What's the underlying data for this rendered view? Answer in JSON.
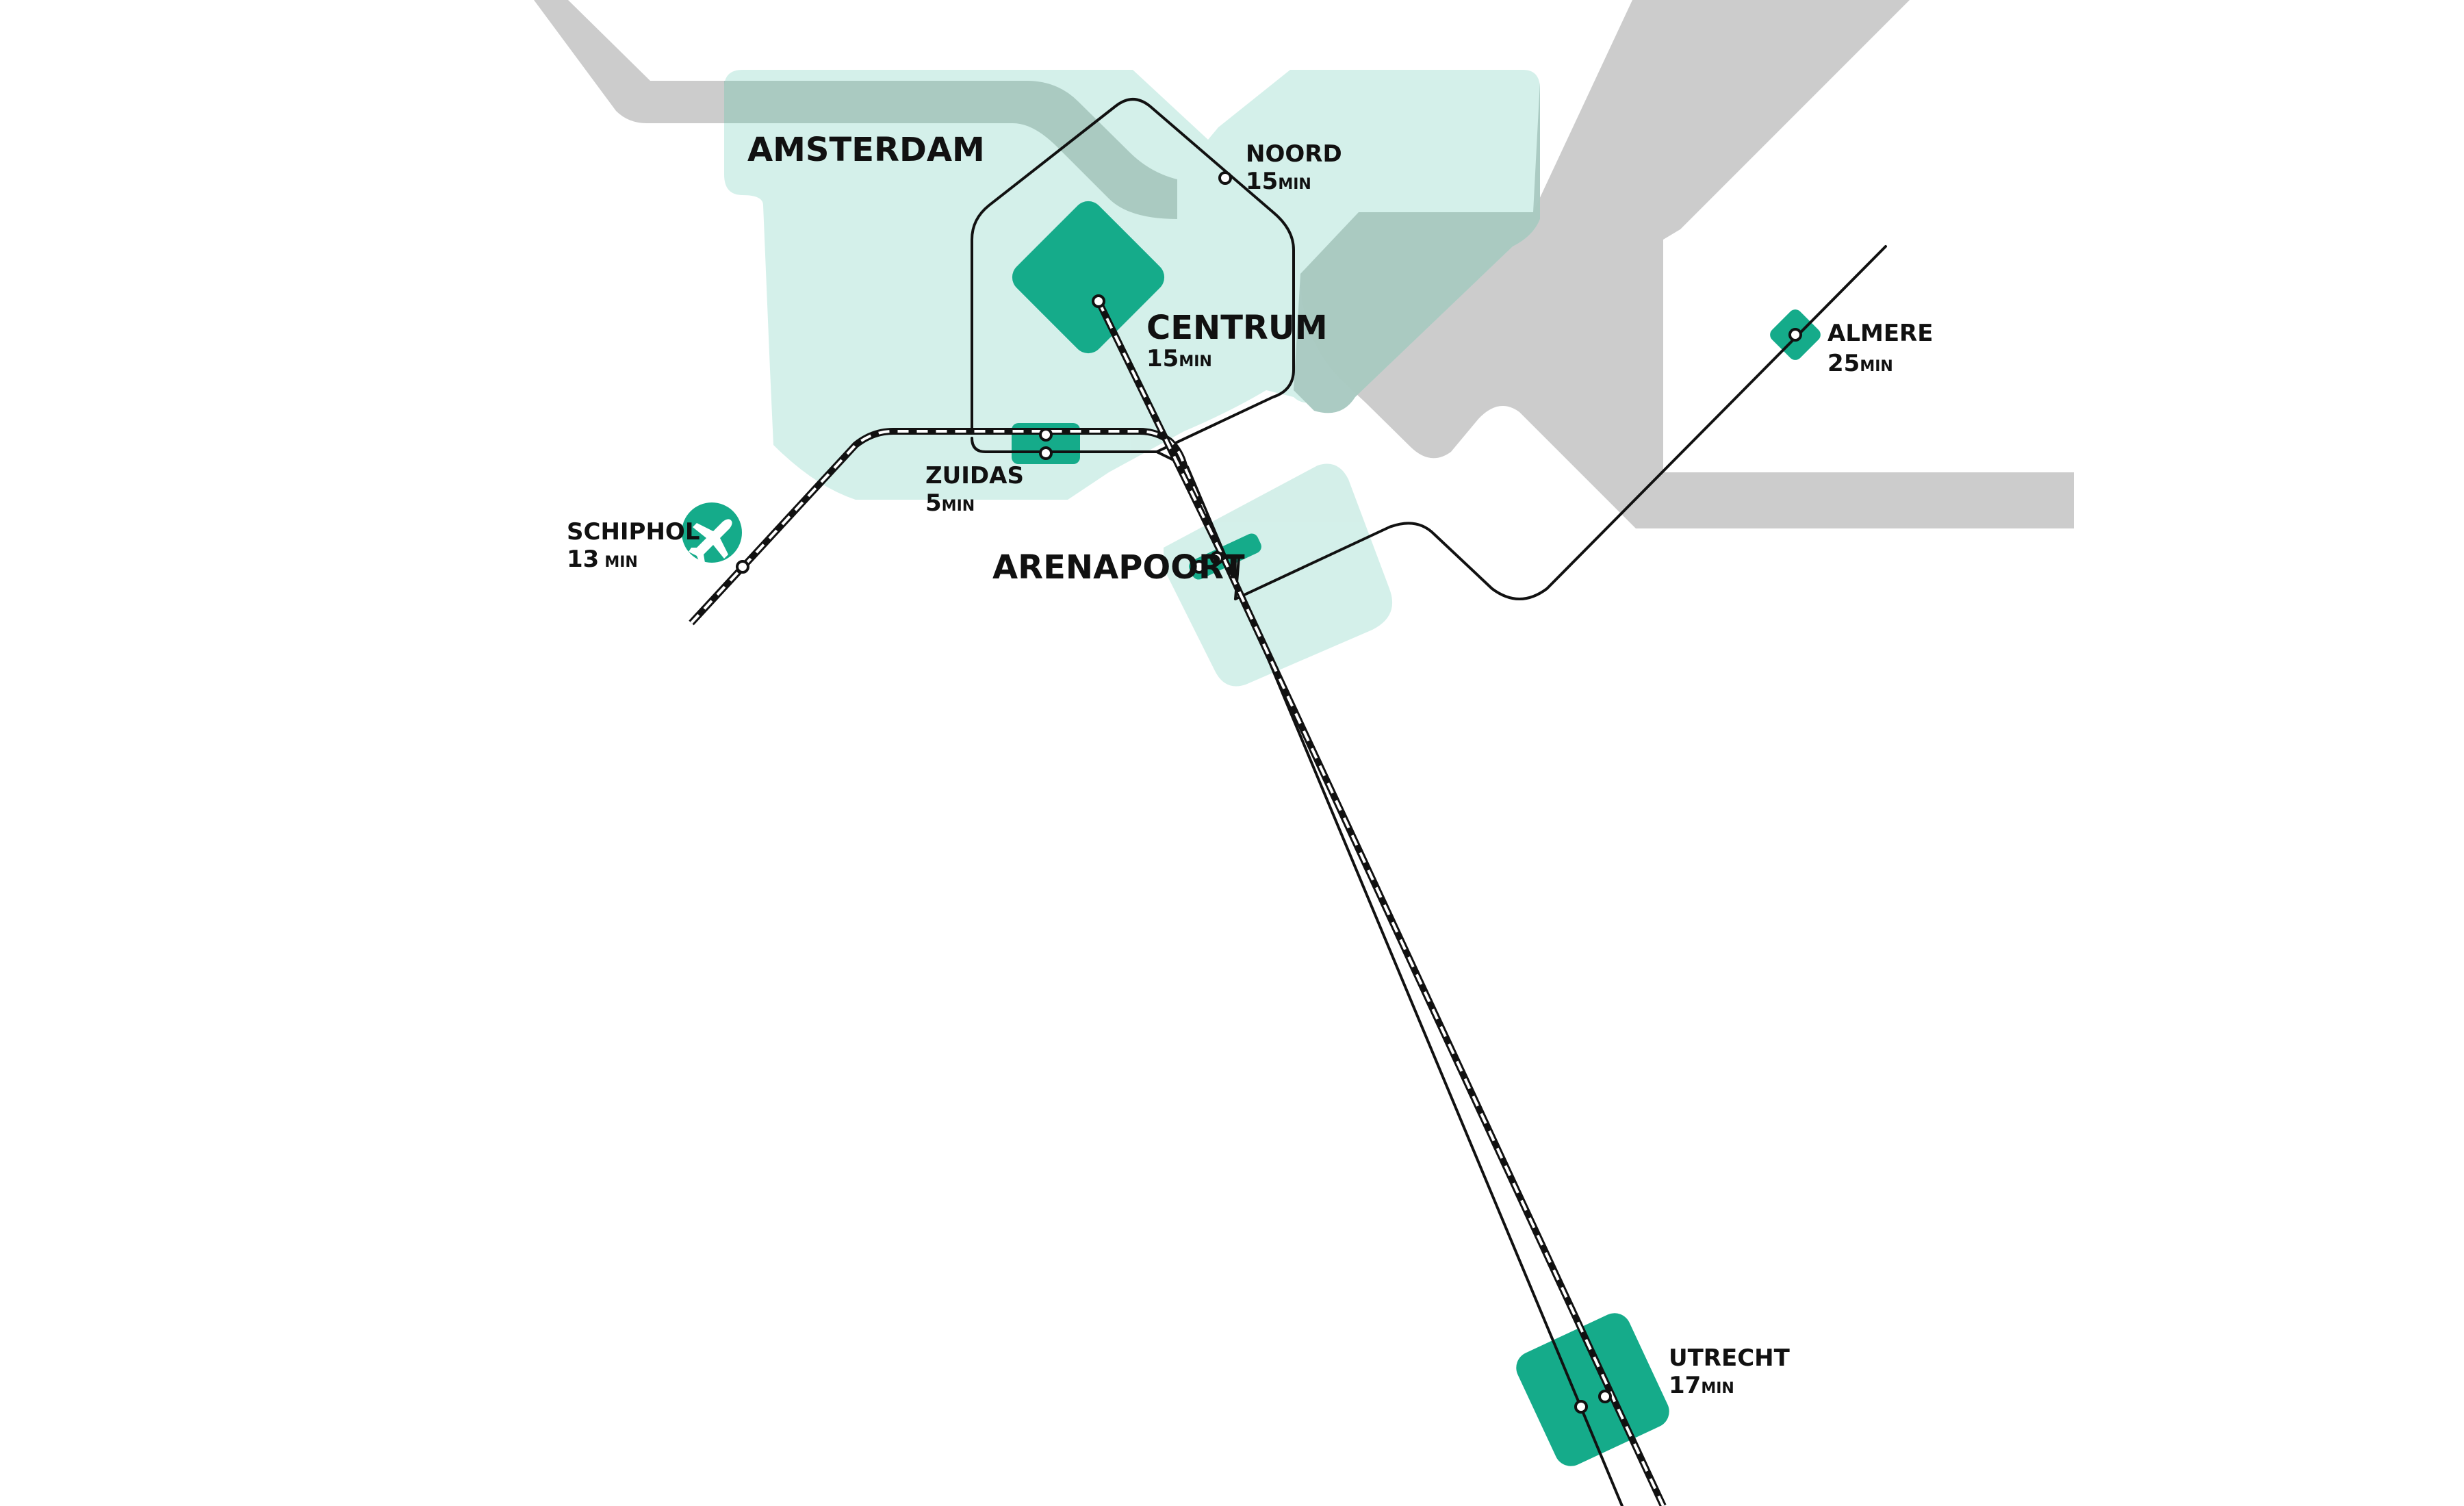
{
  "map": {
    "colors": {
      "water": "#cccccc",
      "area": "#cdede6",
      "hub": "#15ab8a",
      "line": "#111111",
      "station_fill": "#ffffff"
    },
    "regions": [
      {
        "name": "AMSTERDAM"
      }
    ],
    "stations": {
      "centrum": {
        "name": "CENTRUM",
        "time": "15",
        "unit": "MIN"
      },
      "noord": {
        "name": "NOORD",
        "time": "15",
        "unit": "MIN"
      },
      "zuidas": {
        "name": "ZUIDAS",
        "time": "5",
        "unit": "MIN"
      },
      "schiphol": {
        "name": "SCHIPHOL",
        "time": "13",
        "unit": "MIN"
      },
      "arenapoort": {
        "name": "ARENAPOORT"
      },
      "almere": {
        "name": "ALMERE",
        "time": "25",
        "unit": "MIN"
      },
      "utrecht": {
        "name": "UTRECHT",
        "time": "17",
        "unit": "MIN"
      }
    },
    "icons": [
      "airplane-icon"
    ],
    "legend": {
      "rail_style": "dashed black-white double line",
      "metro_style": "thin black line"
    }
  }
}
